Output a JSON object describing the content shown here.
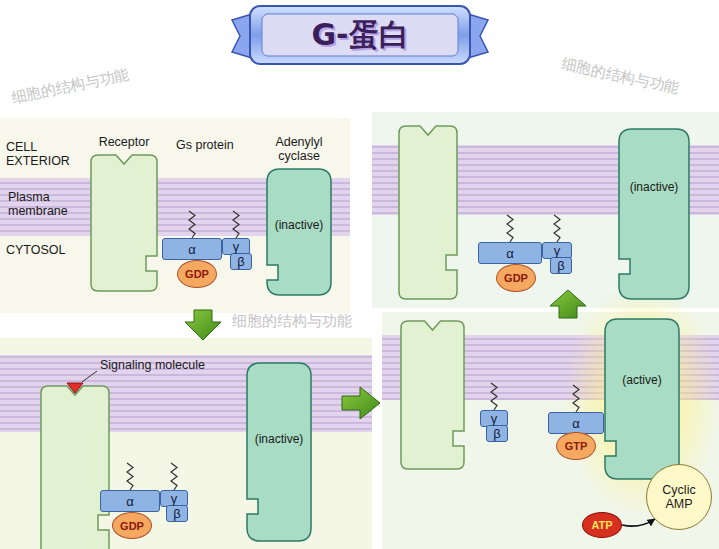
{
  "diagram": {
    "title": "G-蛋白",
    "nodes": [
      {
        "text": [
          "Receptor"
        ]
      },
      {
        "text": [
          "Adenylyl cyclase",
          "(inactive)"
        ]
      },
      {
        "text": [
          "α"
        ]
      },
      {
        "text": [
          "γ"
        ]
      },
      {
        "text": [
          "β"
        ]
      },
      {
        "text": [
          "GDP"
        ]
      },
      {
        "text": [
          "(inactive)"
        ]
      },
      {
        "text": [
          "α"
        ]
      },
      {
        "text": [
          "γ"
        ]
      },
      {
        "text": [
          "β"
        ]
      },
      {
        "text": [
          "GDP"
        ]
      },
      {
        "text": [
          "(inactive)"
        ]
      },
      {
        "text": [
          "α"
        ]
      },
      {
        "text": [
          "γ"
        ]
      },
      {
        "text": [
          "β"
        ]
      },
      {
        "text": [
          "GDP"
        ]
      },
      {
        "text": [
          "(active)"
        ]
      },
      {
        "text": [
          "γ"
        ]
      },
      {
        "text": [
          "β"
        ]
      },
      {
        "text": [
          "α"
        ]
      },
      {
        "text": [
          "GTP"
        ]
      },
      {
        "text": [
          "ATP"
        ]
      },
      {
        "text": [
          "Cyclic AMP"
        ]
      }
    ],
    "edges": [
      {
        "from": 21,
        "to": 22,
        "arrow": "to"
      }
    ],
    "labels": [
      "CELL EXTERIOR",
      "Plasma membrane",
      "CYTOSOL",
      "Gs protein",
      "Signaling molecule",
      "细胞的结构与功能",
      "细胞的结构与功能",
      "细胞的结构与功能"
    ]
  }
}
